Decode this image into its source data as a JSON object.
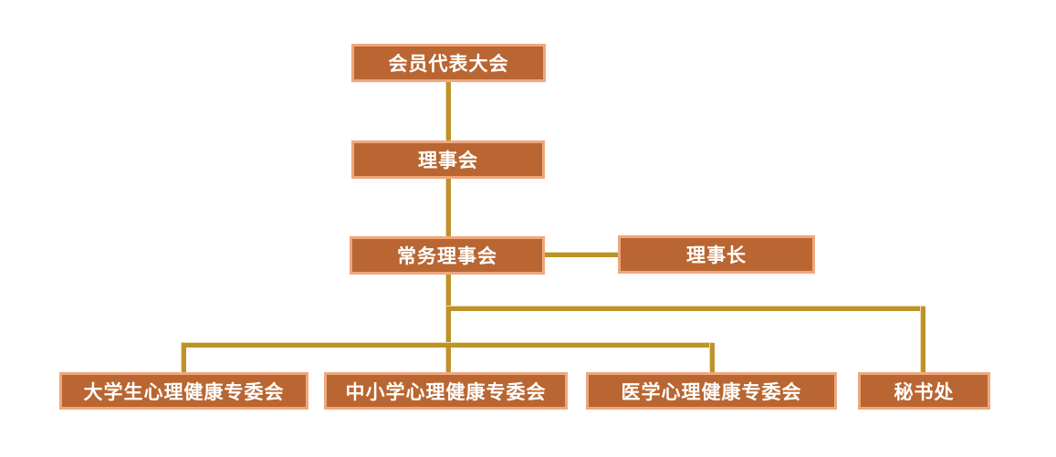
{
  "diagram": {
    "type": "org-chart",
    "colors": {
      "node_fill": "#b96632",
      "node_border": "#efa87d",
      "node_text": "#ffffff",
      "connector": "#bd9227",
      "background": "#ffffff"
    },
    "nodes": {
      "assembly": {
        "label": "会员代表大会"
      },
      "council": {
        "label": "理事会"
      },
      "standing": {
        "label": "常务理事会"
      },
      "chairman": {
        "label": "理事长"
      },
      "univ": {
        "label": "大学生心理健康专委会"
      },
      "school": {
        "label": "中小学心理健康专委会"
      },
      "medical": {
        "label": "医学心理健康专委会"
      },
      "secretariat": {
        "label": "秘书处"
      }
    },
    "edges": [
      {
        "from": "assembly",
        "to": "council"
      },
      {
        "from": "council",
        "to": "standing"
      },
      {
        "from": "standing",
        "to": "chairman"
      },
      {
        "from": "standing",
        "to": "univ"
      },
      {
        "from": "standing",
        "to": "school"
      },
      {
        "from": "standing",
        "to": "medical"
      },
      {
        "from": "standing",
        "to": "secretariat"
      }
    ]
  }
}
